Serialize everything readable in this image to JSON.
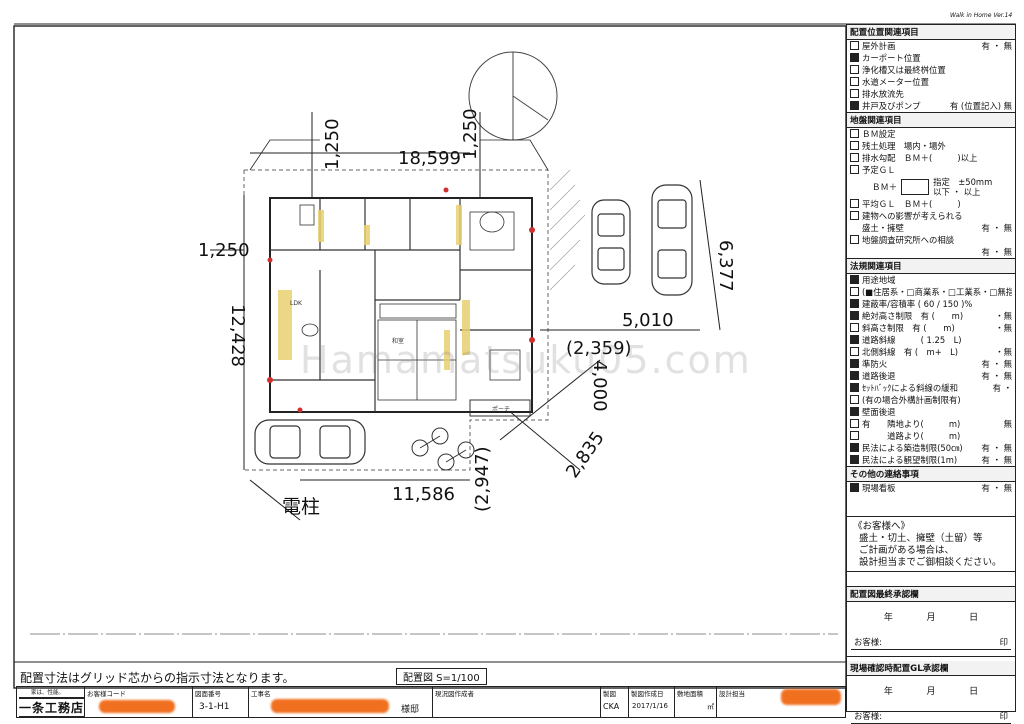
{
  "header": {
    "version": "Walk in Home Ver.14"
  },
  "dims": {
    "d1250_top_left": "1,250",
    "d1250_top_right": "1,250",
    "d18599": "18,599",
    "d1250_left": "1,250",
    "d12428": "12,428",
    "d6377": "6,377",
    "d5010": "5,010",
    "d2359": "(2,359)",
    "d4000": "4,000",
    "d2835": "2,835",
    "d2947": "(2,947)",
    "d11586": "11,586"
  },
  "labels": {
    "pole": "電柱",
    "watermark": "Hamamatsuku05.com",
    "porch": "ポーチ",
    "room_washitsu": "和室",
    "room_ldk": "LDK"
  },
  "note_grid": "配置寸法はグリッド芯からの指示寸法となります。",
  "scale_label": "配置図 S=1/100",
  "panel": {
    "placement_title": "配置位置関連項目",
    "placement": [
      {
        "box": false,
        "text": "屋外計画",
        "right": "有 ・ 無"
      },
      {
        "box": true,
        "text": "カーポート位置",
        "right": ""
      },
      {
        "box": false,
        "text": "浄化槽又は最終桝位置",
        "right": ""
      },
      {
        "box": false,
        "text": "水道メーター位置",
        "right": ""
      },
      {
        "box": false,
        "text": "排水放流先",
        "right": ""
      },
      {
        "box": true,
        "text": "井戸及びポンプ",
        "right": "有 (位置記入) 無"
      }
    ],
    "ground_title": "地盤関連項目",
    "ground": [
      {
        "box": false,
        "text": "ＢＭ設定",
        "right": ""
      },
      {
        "box": false,
        "text": "残土処理　場内・場外",
        "right": ""
      },
      {
        "box": false,
        "text": "排水勾配　ＢＭ＋(　　　)以上",
        "right": ""
      },
      {
        "box": false,
        "text": "予定ＧＬ",
        "right": ""
      },
      {
        "box": false,
        "text": "平均ＧＬ　ＢＭ＋(　　　)",
        "right": ""
      },
      {
        "box": false,
        "text": "建物への影響が考えられる",
        "right": ""
      },
      {
        "box": false,
        "text": "地盤調査研究所への相談",
        "right": ""
      }
    ],
    "gl_spec": "指定　±50mm",
    "gl_bm": "ＢＭ＋",
    "gl_range": "以下 ・ 以上",
    "retaining": "盛土・擁壁",
    "yes_no": "有 ・ 無",
    "law_title": "法規関連項目",
    "law": [
      {
        "box": true,
        "text": "用途地域",
        "right": ""
      },
      {
        "box": false,
        "text": "(■住居系・□商業系・□工業系・□無指定)",
        "right": ""
      },
      {
        "box": true,
        "text": "建蔽率/容積率 ( 60 / 150 )%",
        "right": ""
      },
      {
        "box": true,
        "text": "絶対高さ制限　有 (　　m)",
        "right": "・無"
      },
      {
        "box": false,
        "text": "斜高さ制限　有 (　　m)",
        "right": "・無"
      },
      {
        "box": true,
        "text": "道路斜線　　　( 1.25　L)",
        "right": ""
      },
      {
        "box": false,
        "text": "北側斜線　有 (　m+　L)",
        "right": "・無"
      },
      {
        "box": true,
        "text": "準防火",
        "right": "有 ・ 無"
      },
      {
        "box": true,
        "text": "道路後退",
        "right": "有 ・ 無"
      },
      {
        "box": true,
        "text": "ｾｯﾄﾊﾞｯｸによる斜線の緩和",
        "right": "有 ・"
      },
      {
        "box": false,
        "text": "(有の場合外構計画制限有)",
        "right": ""
      },
      {
        "box": true,
        "text": "壁面後退",
        "right": ""
      },
      {
        "box": false,
        "text": "有　　隣地より(　　　m)",
        "right": "無"
      },
      {
        "box": false,
        "text": "　　　道路より(　　　m)",
        "right": ""
      },
      {
        "box": true,
        "text": "民法による築造制限(50㎝)",
        "right": "有 ・ 無"
      },
      {
        "box": true,
        "text": "民法による観望制限(1m)",
        "right": "有 ・ 無"
      }
    ],
    "other_title": "その他の連絡事項",
    "other": [
      {
        "box": true,
        "text": "現場看板",
        "right": "有 ・ 無"
      }
    ],
    "customer_note": [
      "《お客様へ》",
      "盛土・切土、擁壁（土留）等",
      "ご計画がある場合は、",
      "設計担当までご御相談ください。"
    ],
    "final_title": "配置図最終承認欄",
    "date_ymd": [
      "年",
      "月",
      "日"
    ],
    "customer_label": "お客様:",
    "seal": "印",
    "site_title": "現場確認時配置GL承認欄"
  },
  "bottom": {
    "logo": "一条工務店",
    "logo_sub": "家は、性能。",
    "customer_code_cap": "お客様コード",
    "drawing_no_cap": "図面番号",
    "drawing_no": "3-1-H1",
    "project_cap": "工事名",
    "project_suffix": "様邸",
    "designer_cap": "現況図作成者",
    "design_cap": "製図",
    "design_val": "CKA",
    "created_cap": "製図作成日",
    "created_val": "2017/1/16",
    "area_cap": "敷地面積",
    "area_unit": "㎡",
    "planner_cap": "設計担当"
  }
}
